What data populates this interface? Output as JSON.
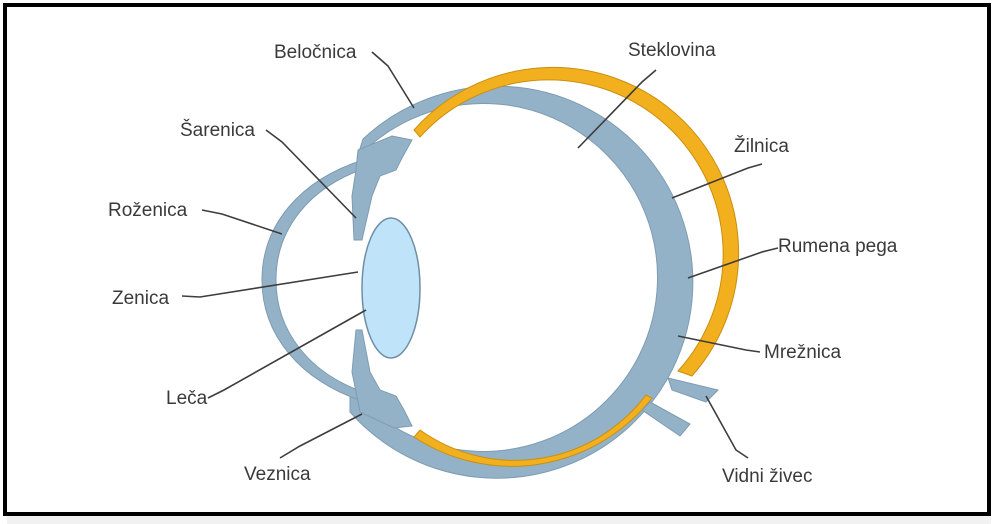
{
  "colors": {
    "frame": "#000000",
    "sclera": "#93b2c8",
    "sclera_edge": "#7e9cb2",
    "choroid": "#f2b01e",
    "lens": "#bfe3f8",
    "interior": "#ffffff",
    "text": "#3a3a3a"
  },
  "labels": {
    "belocnica": "Beločnica",
    "sarenica": "Šarenica",
    "rozenica": "Roženica",
    "zenica": "Zenica",
    "leca": "Leča",
    "veznica": "Veznica",
    "steklovina": "Steklovina",
    "zilnica": "Žilnica",
    "rumena_pega": "Rumena pega",
    "mreznica": "Mrežnica",
    "vidni_zivec": "Vidni živec"
  }
}
